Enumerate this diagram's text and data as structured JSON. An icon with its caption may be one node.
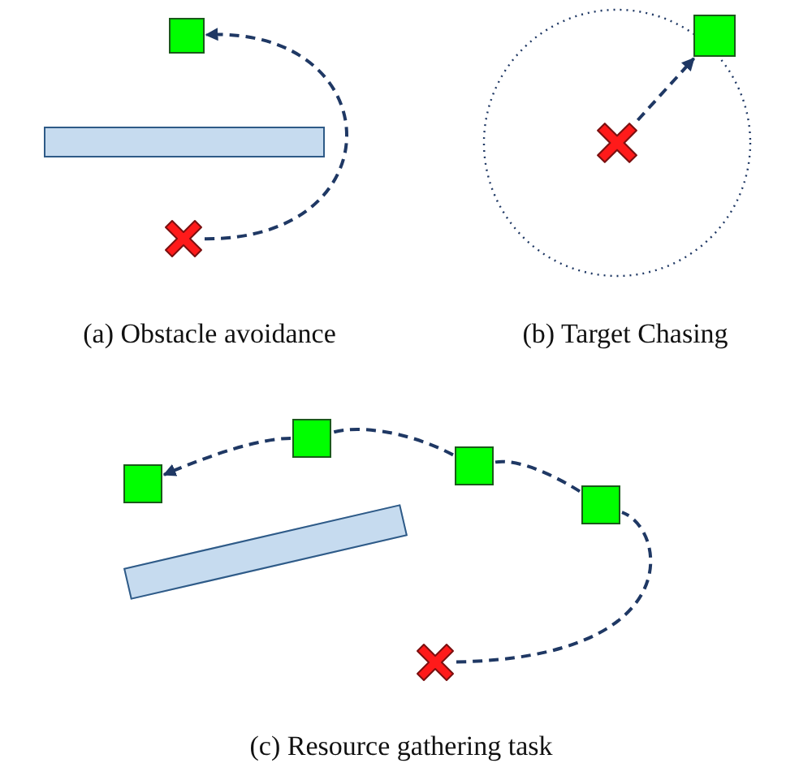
{
  "diagram": {
    "nodes": [
      {
        "text": [],
        "shape": "box"
      },
      {
        "text": [],
        "shape": "cross"
      },
      {
        "text": [],
        "shape": "box"
      },
      {
        "text": [],
        "shape": "cross"
      },
      {
        "text": [],
        "shape": "box"
      },
      {
        "text": [],
        "shape": "box"
      },
      {
        "text": [],
        "shape": "box"
      },
      {
        "text": [],
        "shape": "box"
      },
      {
        "text": [],
        "shape": "cross"
      },
      {
        "text": [],
        "shape": "bar"
      },
      {
        "text": [],
        "shape": "bar"
      }
    ],
    "edges": [
      {
        "from": 1,
        "to": 0,
        "arrow": "to",
        "style": "dashed"
      },
      {
        "from": 3,
        "to": 2,
        "arrow": "to",
        "style": "dashed"
      },
      {
        "from": 8,
        "to": 7,
        "arrow": "none",
        "style": "dashed"
      },
      {
        "from": 7,
        "to": 6,
        "arrow": "none",
        "style": "dashed"
      },
      {
        "from": 6,
        "to": 5,
        "arrow": "none",
        "style": "dashed"
      },
      {
        "from": 5,
        "to": 4,
        "arrow": "to",
        "style": "dashed"
      }
    ],
    "labels": [
      "(a) Obstacle avoidance",
      "(b) Target Chasing",
      "(c) Resource gathering task"
    ]
  }
}
